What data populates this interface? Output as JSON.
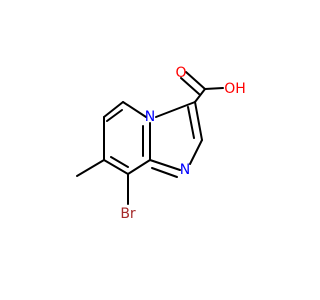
{
  "molecule": {
    "atoms": [
      {
        "id": "O_carbonyl",
        "symbol": "O",
        "color": "#ff0000"
      },
      {
        "id": "O_hydroxyl",
        "symbol": "OH",
        "color": "#ff0000"
      },
      {
        "id": "N_bridge",
        "symbol": "N",
        "color": "#0000ff"
      },
      {
        "id": "N_ring",
        "symbol": "N",
        "color": "#0000ff"
      },
      {
        "id": "Br",
        "symbol": "Br",
        "color": "#a52a2a"
      }
    ]
  }
}
